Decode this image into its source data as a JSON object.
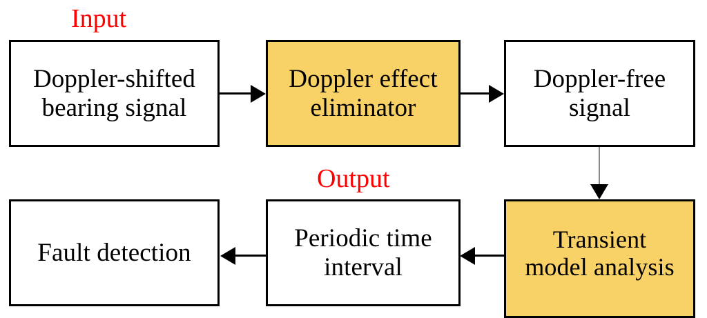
{
  "diagram": {
    "title": "Doppler effect elimination and bearing fault detection flowchart",
    "background_color": "#ffffff",
    "accent_fill": "#f9d267",
    "label_color": "#ff0000",
    "stroke_color": "#000000",
    "thin_connector_color": "#8a8a8a"
  },
  "annotations": [
    {
      "id": "input",
      "text": "Input"
    },
    {
      "id": "output",
      "text": "Output"
    }
  ],
  "nodes": [
    {
      "id": "doppler-shifted-bearing-signal",
      "text": "Doppler-shifted\nbearing signal",
      "fill": "white"
    },
    {
      "id": "doppler-effect-eliminator",
      "text": "Doppler effect\neliminator",
      "fill": "yellow"
    },
    {
      "id": "doppler-free-signal",
      "text": "Doppler-free\nsignal",
      "fill": "white"
    },
    {
      "id": "fault-detection",
      "text": "Fault detection",
      "fill": "white"
    },
    {
      "id": "periodic-time-interval",
      "text": "Periodic time\ninterval",
      "fill": "white"
    },
    {
      "id": "transient-model-analysis",
      "text": "Transient\nmodel analysis",
      "fill": "yellow"
    }
  ],
  "edges": [
    {
      "id": "e1",
      "from": "doppler-shifted-bearing-signal",
      "to": "doppler-effect-eliminator",
      "direction": "right"
    },
    {
      "id": "e2",
      "from": "doppler-effect-eliminator",
      "to": "doppler-free-signal",
      "direction": "right"
    },
    {
      "id": "e3",
      "from": "doppler-free-signal",
      "to": "transient-model-analysis",
      "direction": "down"
    },
    {
      "id": "e4",
      "from": "transient-model-analysis",
      "to": "periodic-time-interval",
      "direction": "left"
    },
    {
      "id": "e5",
      "from": "periodic-time-interval",
      "to": "fault-detection",
      "direction": "left"
    }
  ]
}
